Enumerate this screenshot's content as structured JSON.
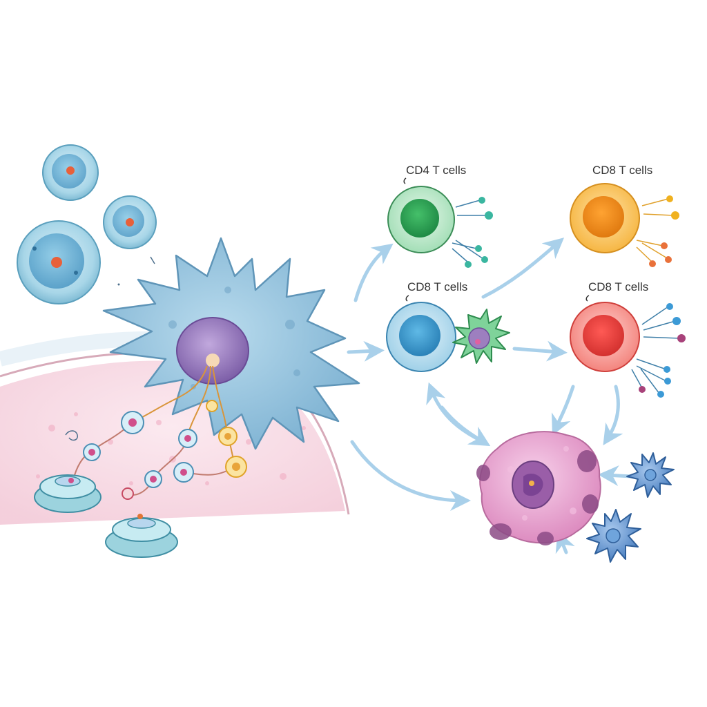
{
  "labels": {
    "cd4_top": "CD4 T cells",
    "cd8_top_right": "CD8 T cells",
    "cd8_middle": "CD8 T cells",
    "cd8_middle_right": "CD8 T cells"
  },
  "colors": {
    "background": "#ffffff",
    "dendritic_cell": "#9cc6de",
    "dendritic_nucleus": "#9b7fbf",
    "tissue": "#f6dbe4",
    "cd4_cell": "#7fcf9a",
    "cd8_cell_blue": "#6fb5da",
    "cd8_cell_orange": "#f4a62a",
    "cd8_cell_red": "#ee5555",
    "target_cell": "#e9a3cf",
    "arrow": "#a9d0ea",
    "small_virus": "#5a8fcc"
  }
}
